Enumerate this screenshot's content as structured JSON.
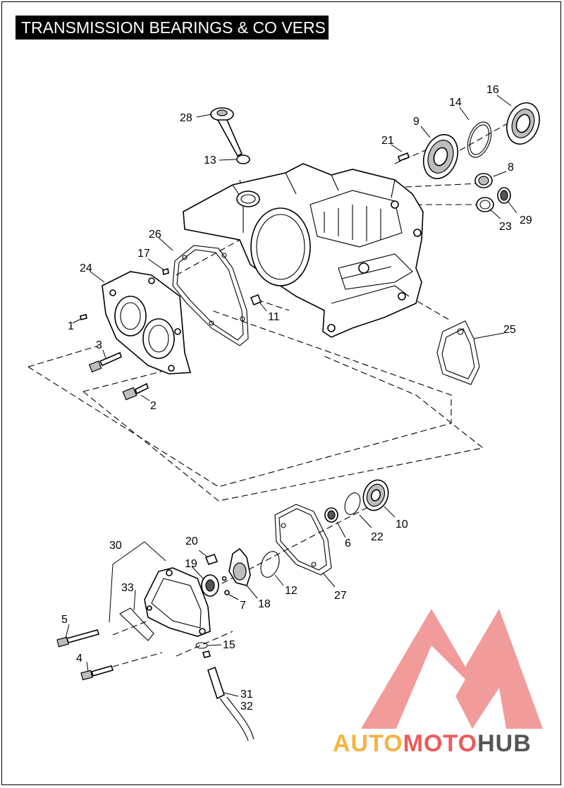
{
  "title": "TRANSMISSION BEARINGS & CO VERS",
  "labels": [
    "1",
    "2",
    "3",
    "4",
    "5",
    "6",
    "7",
    "8",
    "9",
    "10",
    "11",
    "12",
    "13",
    "14",
    "15",
    "16",
    "17",
    "18",
    "19",
    "20",
    "21",
    "22",
    "23",
    "24",
    "25",
    "26",
    "27",
    "28",
    "29",
    "30",
    "31",
    "32",
    "33"
  ],
  "logo": {
    "part1": "AUTO",
    "part2": "MOTO",
    "part3": "HUB",
    "colors": {
      "auto": "#f5b342",
      "moto": "#ee5a5a",
      "hub": "#555555",
      "triangle": "#f08a8a"
    }
  }
}
